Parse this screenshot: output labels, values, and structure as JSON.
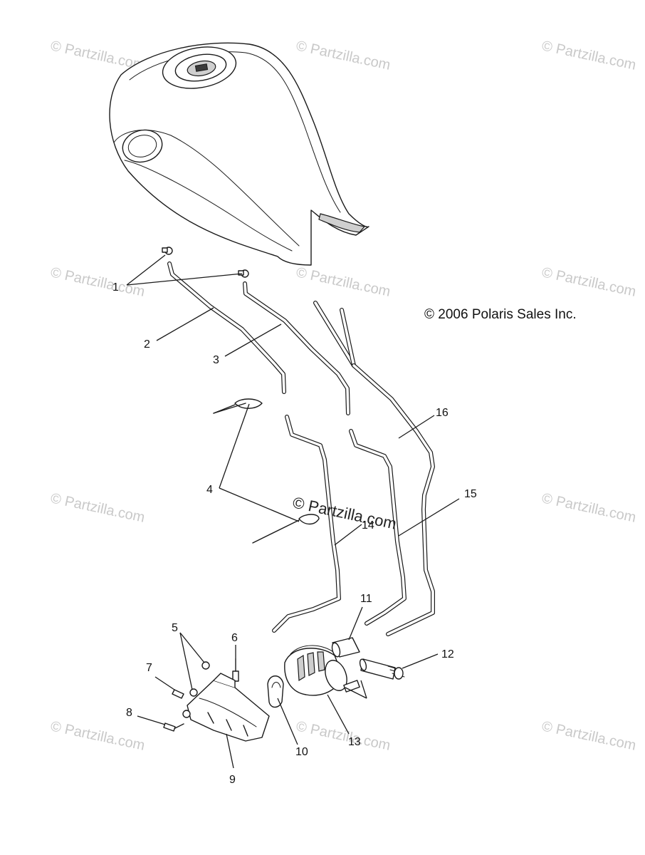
{
  "copyright": "© 2006 Polaris Sales Inc.",
  "watermark": "© Partzilla.com",
  "callouts": [
    "1",
    "2",
    "3",
    "4",
    "5",
    "6",
    "7",
    "8",
    "9",
    "10",
    "11",
    "12",
    "13",
    "14",
    "15",
    "16"
  ]
}
